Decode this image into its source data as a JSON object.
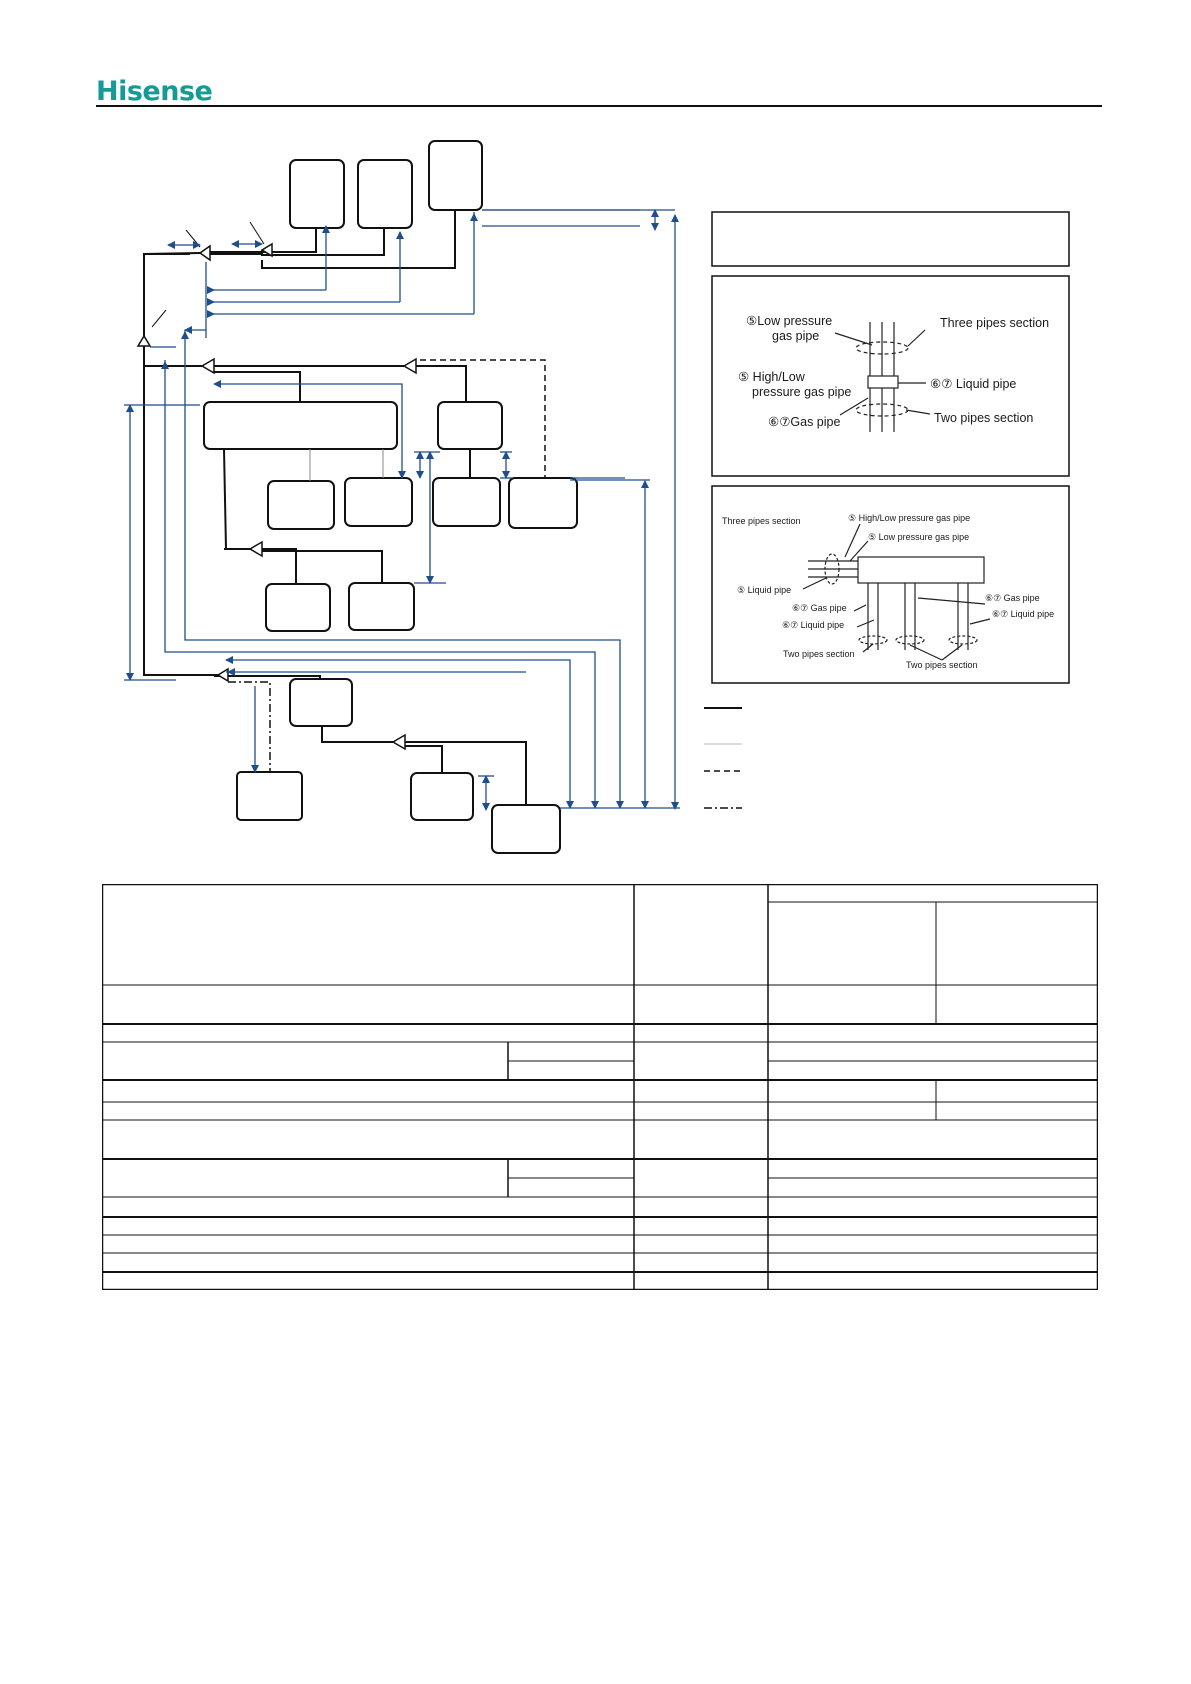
{
  "brand": {
    "logo_text": "Hisense",
    "color": "#159a96"
  },
  "colors": {
    "pipe_blue": "#1f4e8c",
    "line_black": "#111111"
  },
  "detail_a": {
    "low_pressure_gas_pipe": "⑤Low pressure",
    "low_pressure_gas_pipe_2": "gas pipe",
    "three_pipes_section": "Three pipes section",
    "high_low": "⑤      High/Low",
    "high_low_2": "pressure gas pipe",
    "liquid_pipe": "⑥⑦ Liquid pipe",
    "gas_pipe": "⑥⑦Gas pipe",
    "two_pipes_section": "Two pipes section"
  },
  "detail_b": {
    "three_pipes_section": "Three pipes section",
    "high_low_gas_pipe": "⑤ High/Low pressure gas pipe",
    "low_pressure_gas_pipe": "⑤ Low pressure gas pipe",
    "liquid_pipe": "⑤ Liquid pipe",
    "gas_pipe_right": "⑥⑦ Gas pipe",
    "liquid_pipe_right": "⑥⑦ Liquid pipe",
    "gas_pipe_left": "⑥⑦  Gas pipe",
    "liquid_pipe_left": "⑥⑦ Liquid pipe",
    "two_pipes_left": "Two pipes section",
    "two_pipes_right": "Two pipes section"
  }
}
